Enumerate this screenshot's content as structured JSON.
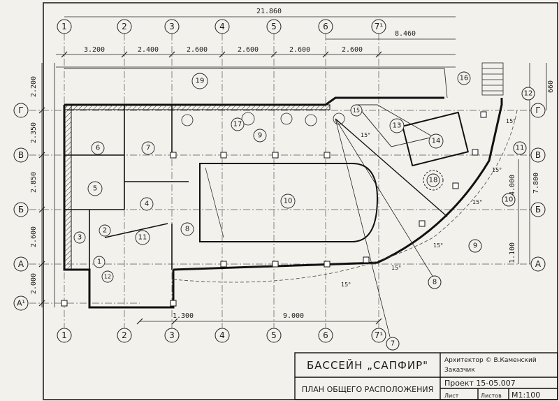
{
  "drawing": {
    "overall_width": "21.860",
    "right_wing_width": "8.460",
    "bottom_dim_a": "1.300",
    "bottom_dim_b": "9.000",
    "top_spans": [
      "3.200",
      "2.400",
      "2.600",
      "2.600",
      "2.600",
      "2.600"
    ],
    "left_spans": [
      "2.200",
      "2.350",
      "2.850",
      "2.600",
      "2.000"
    ],
    "right_dims": [
      "660",
      "7.800",
      "4.000",
      "1.100"
    ],
    "col_axes": [
      "1",
      "2",
      "3",
      "4",
      "5",
      "6",
      "7¹"
    ],
    "row_axes": [
      "Г",
      "В",
      "Б",
      "А",
      "А¹"
    ],
    "rooms": [
      "1",
      "2",
      "3",
      "4",
      "5",
      "6",
      "7",
      "8",
      "9",
      "10",
      "11",
      "12",
      "13",
      "14",
      "15",
      "16",
      "17",
      "18",
      "19"
    ],
    "callouts": [
      "7",
      "8",
      "9",
      "10",
      "11",
      "12"
    ],
    "angles": [
      "15°",
      "15°",
      "15°",
      "15°",
      "15°",
      "15°",
      "15°"
    ]
  },
  "title_block": {
    "project_name": "БАССЕЙН „САПФИР\"",
    "sheet_title": "ПЛАН ОБЩЕГО РАСПОЛОЖЕНИЯ",
    "architect": "Архитектор © В.Каменский",
    "client": "Заказчик",
    "project_number": "Проект 15-05.007",
    "sheet_label": "Лист",
    "sheets_label": "Листов",
    "scale": "М1:100"
  }
}
